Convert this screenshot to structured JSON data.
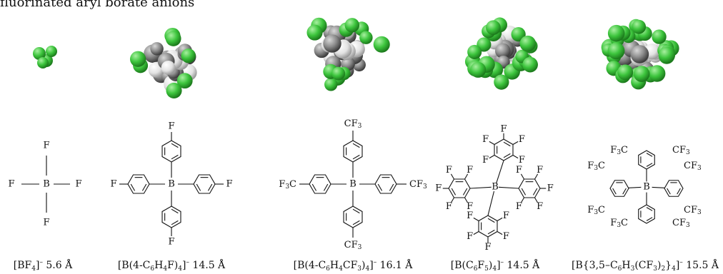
{
  "title": "fluorinated aryl borate anions",
  "atoms": {
    "F": "F",
    "B": "B",
    "CF3": "CF",
    "F3C": "F",
    "sub3": "3",
    "sub3b": "3"
  },
  "colors": {
    "fluorine": "#3cc43c",
    "carbon": "#8a8a8a",
    "hydrogen": "#dcdcdc",
    "ink": "#111111"
  },
  "compounds": [
    {
      "id": "bf4",
      "size": "5.6 Å"
    },
    {
      "id": "b-c6h4f",
      "size": "14.5 Å"
    },
    {
      "id": "b-c6h4cf3",
      "size": "16.1 Å"
    },
    {
      "id": "b-c6f5",
      "size": "14.5 Å"
    },
    {
      "id": "barf",
      "size": "15.5 Å"
    }
  ],
  "labels": [
    {
      "pre": "[BF",
      "s1": "4",
      "mid": "]",
      "sup": "–",
      "size": "5.6 Å"
    },
    {
      "pre": "[B(4-C",
      "s1": "6",
      "h": "H",
      "s2": "4",
      "f": "F)",
      "s3": "4",
      "mid": "]",
      "sup": "–",
      "size": "14.5 Å"
    },
    {
      "pre": "[B(4-C",
      "s1": "6",
      "h": "H",
      "s2": "4",
      "f": "CF",
      "s3": "3",
      "c": ")",
      "s4": "4",
      "mid": "]",
      "sup": "–",
      "size": "16.1 Å"
    },
    {
      "pre": "[B(C",
      "s1": "6",
      "h": "F",
      "s2": "5",
      "f": ")",
      "s3": "4",
      "mid": "]",
      "sup": "–",
      "size": "14.5 Å"
    },
    {
      "pre": "[B{3,5–C",
      "s1": "6",
      "h": "H",
      "s2": "3",
      "f": "(CF",
      "s3": "3",
      "c": ")",
      "s4": "2",
      "d": "}",
      "s5": "4",
      "mid": "]",
      "sup": "–",
      "size": "15.5 Å"
    }
  ]
}
